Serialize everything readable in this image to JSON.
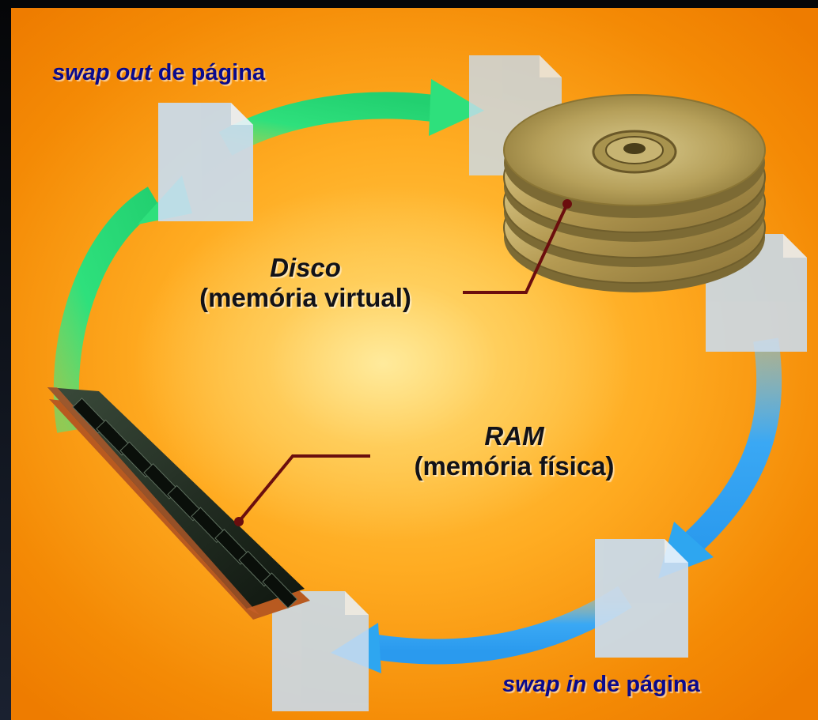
{
  "labels": {
    "swap_out_italic": "swap out",
    "swap_out_rest": " de página",
    "swap_in_italic": "swap in",
    "swap_in_rest": " de página",
    "disk_title": "Disco",
    "disk_subtitle": "(memória virtual)",
    "ram_title": "RAM",
    "ram_subtitle": "(memória física)"
  },
  "colors": {
    "background_orange": "#f48a05",
    "background_glow": "#ffe49a",
    "swap_out_arrow": "#2ed87a",
    "swap_in_arrow": "#2ea6f0",
    "page_document": "#c9dcef",
    "label_text_blue": "#0a0a8c",
    "label_text_dark": "#121218",
    "leader_line": "#6b0e0e",
    "disk_gold": "#c8b36a",
    "ram_pcb": "#1c2a1c"
  },
  "icons": {
    "disk": "hard-disk-platters-icon",
    "ram": "ram-module-icon",
    "page": "page-document-icon"
  }
}
